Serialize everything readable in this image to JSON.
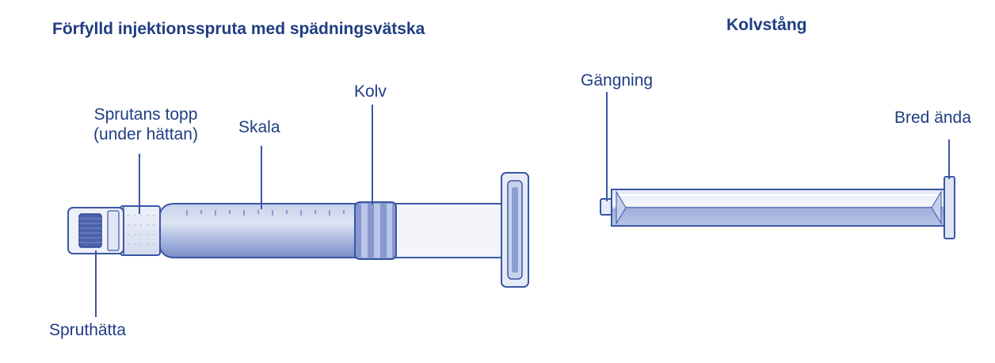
{
  "syringe": {
    "title": "Förfylld injektionsspruta med spädningsvätska",
    "labels": {
      "tip_line1": "Sprutans topp",
      "tip_line2": "(under hättan)",
      "scale": "Skala",
      "plunger_stopper": "Kolv",
      "cap": "Spruthätta"
    }
  },
  "plunger_rod": {
    "title": "Kolvstång",
    "labels": {
      "thread": "Gängning",
      "wide_end": "Bred ända"
    }
  },
  "colors": {
    "text": "#1f3d82",
    "outline": "#3a57a3",
    "fill_light": "#dfe5f4",
    "fill_mid": "#aebbe0",
    "fill_dark": "#6f82c0"
  }
}
